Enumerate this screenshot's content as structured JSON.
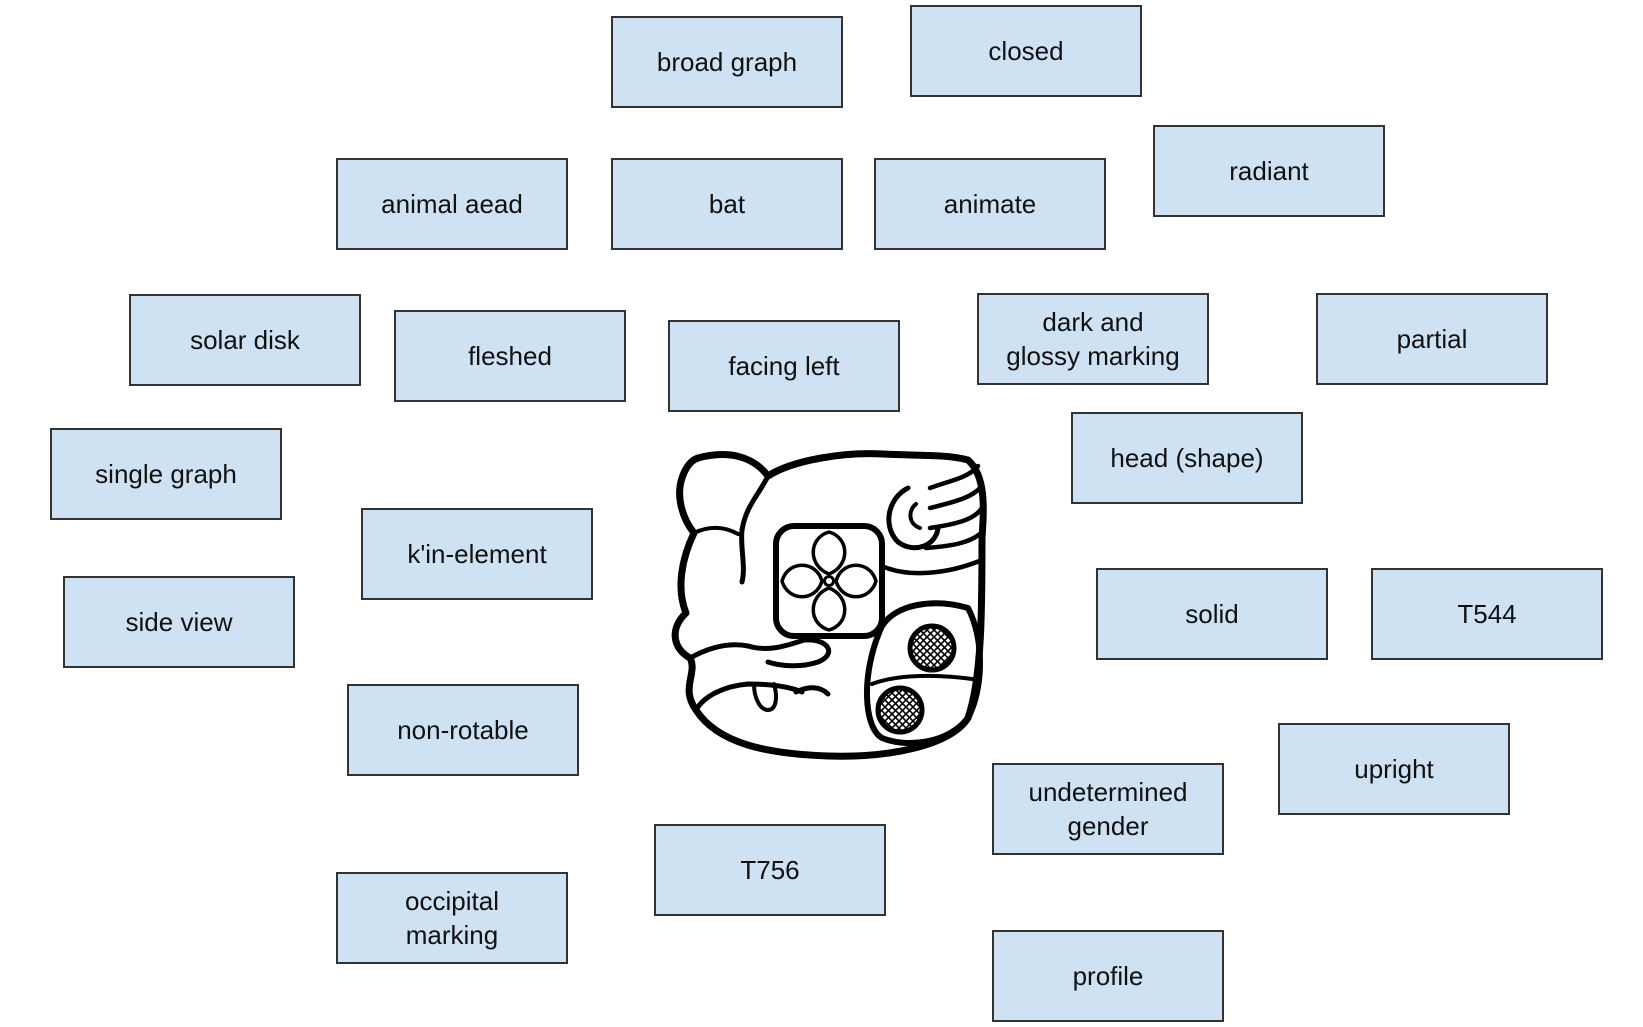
{
  "colors": {
    "card_fill": "#cfe2f3",
    "card_border": "#333333",
    "glyph_stroke": "#000000"
  },
  "glyph": {
    "icon": "glyph-icon"
  },
  "cards": [
    {
      "id": "broad-graph",
      "label": "broad graph"
    },
    {
      "id": "closed",
      "label": "closed"
    },
    {
      "id": "animal-aead",
      "label": "animal aead"
    },
    {
      "id": "bat",
      "label": "bat"
    },
    {
      "id": "animate",
      "label": "animate"
    },
    {
      "id": "radiant",
      "label": "radiant"
    },
    {
      "id": "solar-disk",
      "label": "solar disk"
    },
    {
      "id": "fleshed",
      "label": "fleshed"
    },
    {
      "id": "facing-left",
      "label": "facing left"
    },
    {
      "id": "dark-glossy",
      "label": "dark and\nglossy marking"
    },
    {
      "id": "partial",
      "label": "partial"
    },
    {
      "id": "single-graph",
      "label": "single graph"
    },
    {
      "id": "head-shape",
      "label": "head (shape)"
    },
    {
      "id": "kin-element",
      "label": "k'in-element"
    },
    {
      "id": "side-view",
      "label": "side view"
    },
    {
      "id": "solid",
      "label": "solid"
    },
    {
      "id": "t544",
      "label": "T544"
    },
    {
      "id": "non-rotable",
      "label": "non-rotable"
    },
    {
      "id": "upright",
      "label": "upright"
    },
    {
      "id": "undetermined-gender",
      "label": "undetermined\ngender"
    },
    {
      "id": "t756",
      "label": "T756"
    },
    {
      "id": "occipital-marking",
      "label": "occipital\nmarking"
    },
    {
      "id": "profile",
      "label": "profile"
    }
  ]
}
